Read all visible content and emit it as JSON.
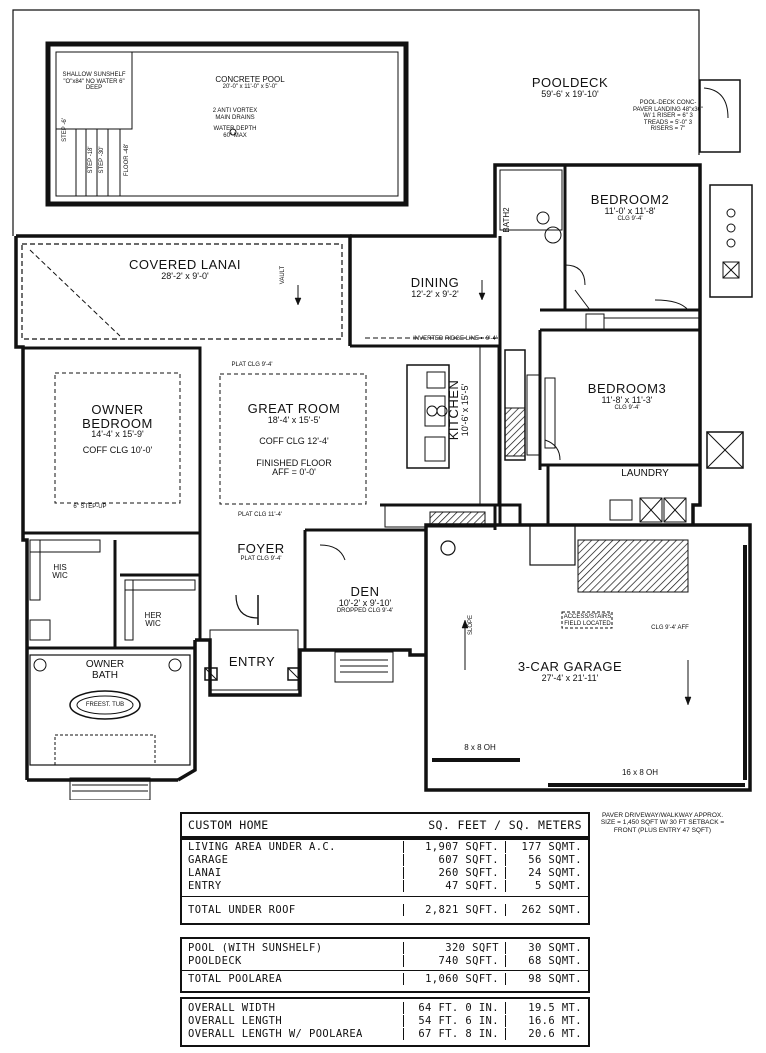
{
  "plan": {
    "rooms": {
      "pooldeck": {
        "name": "POOLDECK",
        "dim": "59'-6' x 19'-10'"
      },
      "pool": {
        "name": "CONCRETE POOL",
        "dim": "20'-0\" x 11'-0\" x 5'-0\"",
        "note1": "2 ANTI VORTEX MAIN DRAINS",
        "note2": "WATER DEPTH 60\" MAX",
        "sunshelf": "SHALLOW SUNSHELF \"O\"x84\" NO WATER 6\" DEEP",
        "steps": [
          "STEP -6'",
          "STEP -18'",
          "STEP -30'",
          "FLOOR -48'"
        ]
      },
      "lanai": {
        "name": "COVERED LANAI",
        "dim": "28'-2' x 9'-0'"
      },
      "dining": {
        "name": "DINING",
        "dim": "12'-2' x 9'-2'"
      },
      "bath2": {
        "name": "BATH2"
      },
      "bedroom2": {
        "name": "BEDROOM2",
        "dim": "11'-0' x 11'-8'",
        "clg": "CLG 9'-4'"
      },
      "owner_bedroom": {
        "name1": "OWNER",
        "name2": "BEDROOM",
        "dim": "14'-4' x 15'-9'",
        "clg": "COFF CLG 10'-0'"
      },
      "great_room": {
        "name": "GREAT ROOM",
        "dim": "18'-4' x 15'-5'",
        "clg": "COFF CLG 12'-4'",
        "floor1": "FINISHED FLOOR",
        "floor2": "AFF = 0'-0'"
      },
      "kitchen": {
        "name": "KITCHEN",
        "dim": "10'-6' x 15'-5'"
      },
      "bedroom3": {
        "name": "BEDROOM3",
        "dim": "11'-8' x 11'-3'",
        "clg": "CLG 9'-4'"
      },
      "laundry": {
        "name": "LAUNDRY"
      },
      "foyer": {
        "name": "FOYER",
        "clg": "PLAT CLG 9'-4'"
      },
      "den": {
        "name": "DEN",
        "dim": "10'-2' x 9'-10'",
        "clg": "DROPPED CLG 9'-4'"
      },
      "his_wic": {
        "name1": "HIS",
        "name2": "WIC"
      },
      "her_wic": {
        "name1": "HER",
        "name2": "WIC"
      },
      "entry": {
        "name": "ENTRY"
      },
      "owner_bath": {
        "name1": "OWNER",
        "name2": "BATH",
        "tub": "FREEST. TUB"
      },
      "garage": {
        "name": "3-CAR GARAGE",
        "dim": "27'-4' x 21'-11'",
        "clg": "CLG 9'-4' AFF",
        "door1": "8 x 8 OH",
        "door2": "16 x 8 OH",
        "slope": "SLOPE",
        "access": "ACCESS/STAIRS FIELD LOCATED"
      }
    },
    "labels": {
      "vault": "VAULT",
      "inverted_ridge": "INVERTED RIDGE LINE = 9'-4'",
      "plat_clg_94": "PLAT CLG 9'-4'",
      "plat_clg_114": "PLAT CLG 11'-4'",
      "step_up": "6\" STEP-UP",
      "pool_deck_landing": "POOL-DECK CONC-PAVER LANDING 48\"x36\" W/ 1 RISER = 6\" 3 TREADS = 5'-0\" 3 RISERS = 7\"",
      "paver_note": "PAVER DRIVEWAY/WALKWAY APPROX. SIZE = 1,450 SQFT W/ 30 FT SETBACK = FRONT (PLUS ENTRY 47 SQFT)"
    }
  },
  "table": {
    "header": {
      "title": "CUSTOM HOME",
      "units": "SQ. FEET / SQ. METERS"
    },
    "group1": [
      {
        "label": "LIVING AREA UNDER A.C.",
        "sqft": "1,907 SQFT.",
        "sqm": "177 SQMT."
      },
      {
        "label": "GARAGE",
        "sqft": "607 SQFT.",
        "sqm": "56 SQMT."
      },
      {
        "label": "LANAI",
        "sqft": "260 SQFT.",
        "sqm": "24 SQMT."
      },
      {
        "label": "ENTRY",
        "sqft": "47 SQFT.",
        "sqm": "5 SQMT."
      }
    ],
    "total_roof": {
      "label": "TOTAL UNDER ROOF",
      "sqft": "2,821 SQFT.",
      "sqm": "262 SQMT."
    },
    "group2": [
      {
        "label": "POOL (WITH SUNSHELF)",
        "sqft": "320 SQFT",
        "sqm": "30 SQMT."
      },
      {
        "label": "POOLDECK",
        "sqft": "740 SQFT.",
        "sqm": "68 SQMT."
      }
    ],
    "total_pool": {
      "label": "TOTAL POOLAREA",
      "sqft": "1,060 SQFT.",
      "sqm": "98 SQMT."
    },
    "group3": [
      {
        "label": "OVERALL WIDTH",
        "sqft": "64 FT. 0 IN.",
        "sqm": "19.5 MT."
      },
      {
        "label": "OVERALL LENGTH",
        "sqft": "54 FT. 6 IN.",
        "sqm": "16.6 MT."
      },
      {
        "label": "OVERALL LENGTH W/ POOLAREA",
        "sqft": "67 FT. 8 IN.",
        "sqm": "20.6 MT."
      }
    ]
  }
}
